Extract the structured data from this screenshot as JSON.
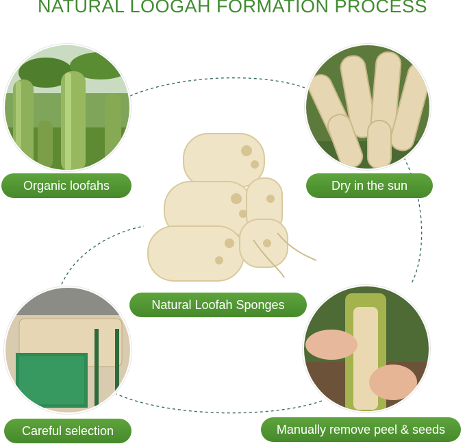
{
  "title": "NATURAL LOOGAH FORMATION PROCESS",
  "labels": {
    "organic": "Organic loofahs",
    "dry": "Dry in the sun",
    "center": "Natural Loofah Sponges",
    "selection": "Careful selection",
    "peel": "Manually remove peel & seeds"
  },
  "colors": {
    "title_green": "#3f8b2f",
    "pill_green": "#4f962f",
    "dash": "#3d6b6b"
  }
}
